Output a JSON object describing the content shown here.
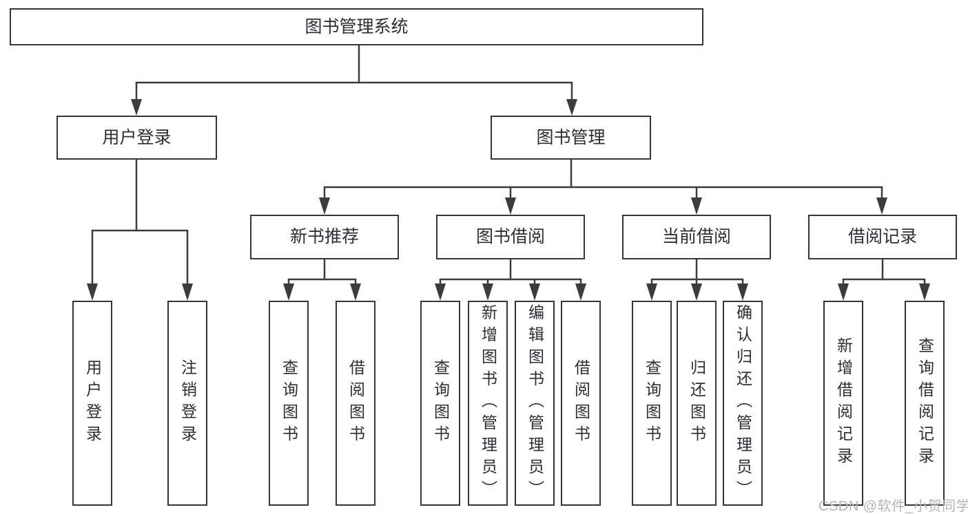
{
  "diagram_type": "hierarchy-tree",
  "colors": {
    "background": "#ffffff",
    "line": "#3a3c40",
    "box_border": "#333539",
    "box_fill": "#ffffff",
    "text": "#2b2e33",
    "watermark": "#b2b6ba"
  },
  "tree": {
    "label": "图书管理系统",
    "children": [
      {
        "label": "用户登录",
        "children": [
          {
            "label": "用户登录"
          },
          {
            "label": "注销登录"
          }
        ]
      },
      {
        "label": "图书管理",
        "children": [
          {
            "label": "新书推荐",
            "children": [
              {
                "label": "查询图书"
              },
              {
                "label": "借阅图书"
              }
            ]
          },
          {
            "label": "图书借阅",
            "children": [
              {
                "label": "查询图书"
              },
              {
                "label": "新增图书（管理员）"
              },
              {
                "label": "编辑图书（管理员）"
              },
              {
                "label": "借阅图书"
              }
            ]
          },
          {
            "label": "当前借阅",
            "children": [
              {
                "label": "查询图书"
              },
              {
                "label": "归还图书"
              },
              {
                "label": "确认归还（管理员）"
              }
            ]
          },
          {
            "label": "借阅记录",
            "children": [
              {
                "label": "新增借阅记录"
              },
              {
                "label": "查询借阅记录"
              }
            ]
          }
        ]
      }
    ]
  },
  "watermark": {
    "text": "CSDN @软件_小贺同学"
  }
}
